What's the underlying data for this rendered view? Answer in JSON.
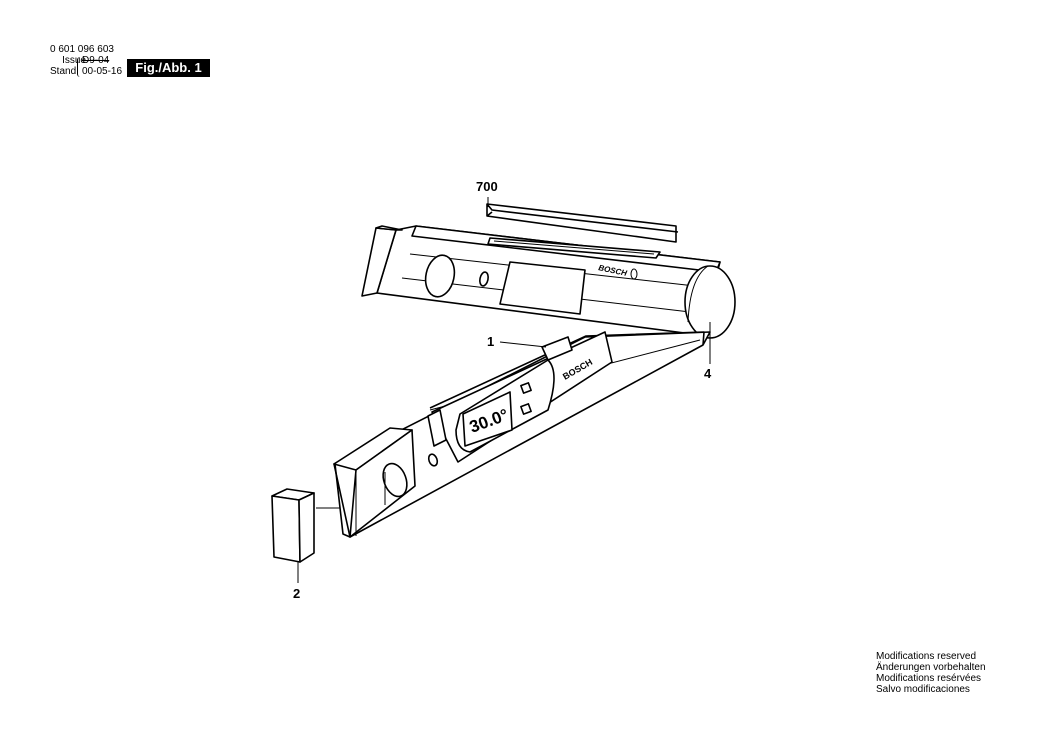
{
  "header": {
    "part_number": "0 601 096 603",
    "issue_label": "Issue",
    "issue_value": "D9-04",
    "stand_label": "Stand",
    "stand_value": "00-05-16",
    "figure_label": "Fig./Abb. 1"
  },
  "callouts": {
    "cover": "700",
    "level": "1",
    "endcap_round": "4",
    "endcap_square": "2"
  },
  "display": {
    "reading": "30.0°",
    "brand_upper": "BOSCH",
    "brand_lower": "BOSCH"
  },
  "notes": [
    "Modifications reserved",
    "Änderungen vorbehalten",
    "Modifications resérvées",
    "Salvo modificaciones"
  ]
}
